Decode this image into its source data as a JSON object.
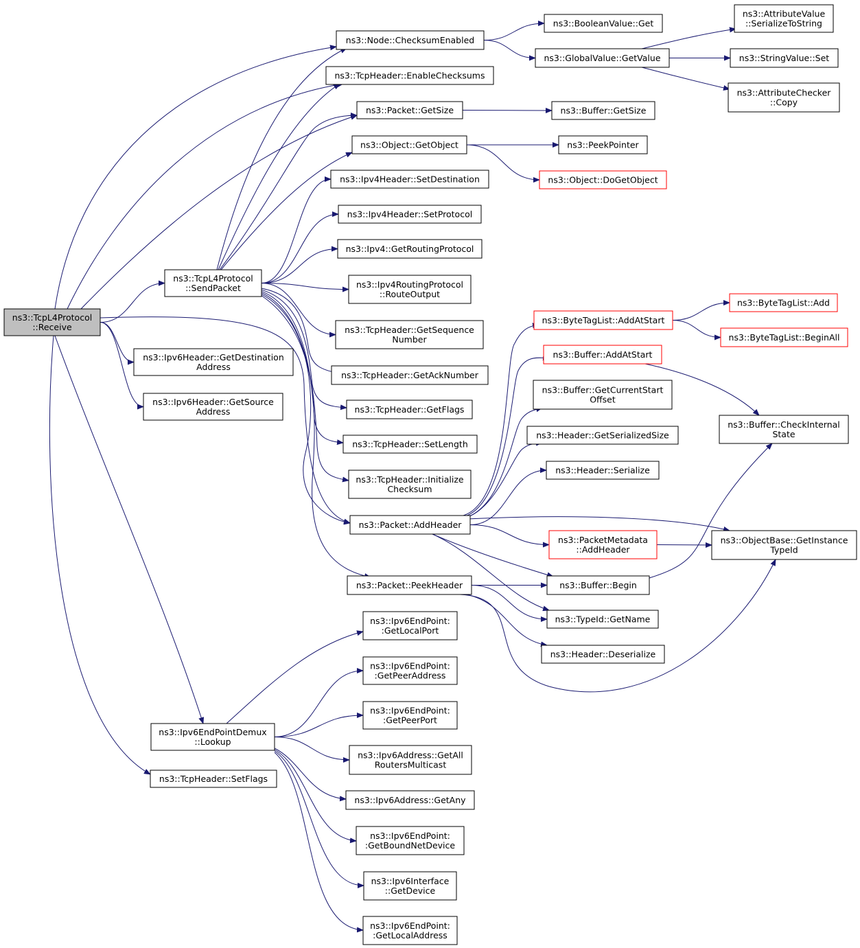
{
  "colors": {
    "edge": "#191970",
    "box_border": "#000000",
    "box_border_red": "#ff0000",
    "root_fill": "#bfbfbf",
    "background": "#ffffff"
  },
  "nodes": {
    "receive": {
      "lines": [
        "ns3::TcpL4Protocol",
        "::Receive"
      ],
      "root": true
    },
    "sendpacket": {
      "lines": [
        "ns3::TcpL4Protocol",
        "::SendPacket"
      ]
    },
    "ipv6_getdest": {
      "lines": [
        "ns3::Ipv6Header::GetDestination",
        "Address"
      ]
    },
    "ipv6_getsrc": {
      "lines": [
        "ns3::Ipv6Header::GetSource",
        "Address"
      ]
    },
    "lookup": {
      "lines": [
        "ns3::Ipv6EndPointDemux",
        "::Lookup"
      ]
    },
    "setflags": {
      "lines": [
        "ns3::TcpHeader::SetFlags"
      ]
    },
    "checksumenabled": {
      "lines": [
        "ns3::Node::ChecksumEnabled"
      ]
    },
    "enablechecksums": {
      "lines": [
        "ns3::TcpHeader::EnableChecksums"
      ]
    },
    "packet_getsize": {
      "lines": [
        "ns3::Packet::GetSize"
      ]
    },
    "getobject": {
      "lines": [
        "ns3::Object::GetObject"
      ]
    },
    "setdestination": {
      "lines": [
        "ns3::Ipv4Header::SetDestination"
      ]
    },
    "setprotocol": {
      "lines": [
        "ns3::Ipv4Header::SetProtocol"
      ]
    },
    "getroutingprotocol": {
      "lines": [
        "ns3::Ipv4::GetRoutingProtocol"
      ]
    },
    "routeoutput": {
      "lines": [
        "ns3::Ipv4RoutingProtocol",
        "::RouteOutput"
      ]
    },
    "getsequencenumber": {
      "lines": [
        "ns3::TcpHeader::GetSequence",
        "Number"
      ]
    },
    "getacknumber": {
      "lines": [
        "ns3::TcpHeader::GetAckNumber"
      ]
    },
    "getflags": {
      "lines": [
        "ns3::TcpHeader::GetFlags"
      ]
    },
    "setlength": {
      "lines": [
        "ns3::TcpHeader::SetLength"
      ]
    },
    "initializechecksum": {
      "lines": [
        "ns3::TcpHeader::Initialize",
        "Checksum"
      ]
    },
    "addheader": {
      "lines": [
        "ns3::Packet::AddHeader"
      ]
    },
    "peekheader": {
      "lines": [
        "ns3::Packet::PeekHeader"
      ]
    },
    "getlocalport": {
      "lines": [
        "ns3::Ipv6EndPoint:",
        ":GetLocalPort"
      ]
    },
    "getpeeraddress": {
      "lines": [
        "ns3::Ipv6EndPoint:",
        ":GetPeerAddress"
      ]
    },
    "getpeerport": {
      "lines": [
        "ns3::Ipv6EndPoint:",
        ":GetPeerPort"
      ]
    },
    "getallrouters": {
      "lines": [
        "ns3::Ipv6Address::GetAll",
        "RoutersMulticast"
      ]
    },
    "getany": {
      "lines": [
        "ns3::Ipv6Address::GetAny"
      ]
    },
    "getboundnetdevice": {
      "lines": [
        "ns3::Ipv6EndPoint:",
        ":GetBoundNetDevice"
      ]
    },
    "getdevice": {
      "lines": [
        "ns3::Ipv6Interface",
        "::GetDevice"
      ]
    },
    "getlocaladdress": {
      "lines": [
        "ns3::Ipv6EndPoint:",
        ":GetLocalAddress"
      ]
    },
    "booleanvalue_get": {
      "lines": [
        "ns3::BooleanValue::Get"
      ]
    },
    "globalvalue_getvalue": {
      "lines": [
        "ns3::GlobalValue::GetValue"
      ]
    },
    "buffer_getsize": {
      "lines": [
        "ns3::Buffer::GetSize"
      ]
    },
    "peekpointer": {
      "lines": [
        "ns3::PeekPointer"
      ]
    },
    "dogetobject": {
      "lines": [
        "ns3::Object::DoGetObject"
      ],
      "red": true
    },
    "bytetaglist_addatstart": {
      "lines": [
        "ns3::ByteTagList::AddAtStart"
      ],
      "red": true
    },
    "buffer_addatstart": {
      "lines": [
        "ns3::Buffer::AddAtStart"
      ],
      "red": true
    },
    "getcurrentstartoffset": {
      "lines": [
        "ns3::Buffer::GetCurrentStart",
        "Offset"
      ]
    },
    "getserializedsize": {
      "lines": [
        "ns3::Header::GetSerializedSize"
      ]
    },
    "header_serialize": {
      "lines": [
        "ns3::Header::Serialize"
      ]
    },
    "packetmetadata_addheader": {
      "lines": [
        "ns3::PacketMetadata",
        "::AddHeader"
      ],
      "red": true
    },
    "buffer_begin": {
      "lines": [
        "ns3::Buffer::Begin"
      ]
    },
    "typeid_getname": {
      "lines": [
        "ns3::TypeId::GetName"
      ]
    },
    "header_deserialize": {
      "lines": [
        "ns3::Header::Deserialize"
      ]
    },
    "serializetostring": {
      "lines": [
        "ns3::AttributeValue",
        "::SerializeToString"
      ]
    },
    "stringvalue_set": {
      "lines": [
        "ns3::StringValue::Set"
      ]
    },
    "attributechecker_copy": {
      "lines": [
        "ns3::AttributeChecker",
        "::Copy"
      ]
    },
    "bytetaglist_add": {
      "lines": [
        "ns3::ByteTagList::Add"
      ],
      "red": true
    },
    "bytetaglist_beginall": {
      "lines": [
        "ns3::ByteTagList::BeginAll"
      ],
      "red": true
    },
    "checkinternalstate": {
      "lines": [
        "ns3::Buffer::CheckInternal",
        "State"
      ]
    },
    "getinstancetypeid": {
      "lines": [
        "ns3::ObjectBase::GetInstance",
        "TypeId"
      ]
    }
  },
  "edges": [
    [
      "receive",
      "sendpacket"
    ],
    [
      "receive",
      "ipv6_getdest"
    ],
    [
      "receive",
      "ipv6_getsrc"
    ],
    [
      "receive",
      "lookup"
    ],
    [
      "receive",
      "setflags"
    ],
    [
      "receive",
      "checksumenabled"
    ],
    [
      "receive",
      "enablechecksums"
    ],
    [
      "receive",
      "packet_getsize"
    ],
    [
      "receive",
      "addheader"
    ],
    [
      "sendpacket",
      "checksumenabled"
    ],
    [
      "sendpacket",
      "enablechecksums"
    ],
    [
      "sendpacket",
      "packet_getsize"
    ],
    [
      "sendpacket",
      "getobject"
    ],
    [
      "sendpacket",
      "setdestination"
    ],
    [
      "sendpacket",
      "setprotocol"
    ],
    [
      "sendpacket",
      "getroutingprotocol"
    ],
    [
      "sendpacket",
      "routeoutput"
    ],
    [
      "sendpacket",
      "getsequencenumber"
    ],
    [
      "sendpacket",
      "getacknumber"
    ],
    [
      "sendpacket",
      "getflags"
    ],
    [
      "sendpacket",
      "setlength"
    ],
    [
      "sendpacket",
      "initializechecksum"
    ],
    [
      "sendpacket",
      "addheader"
    ],
    [
      "sendpacket",
      "peekheader"
    ],
    [
      "lookup",
      "getlocalport"
    ],
    [
      "lookup",
      "getpeeraddress"
    ],
    [
      "lookup",
      "getpeerport"
    ],
    [
      "lookup",
      "getallrouters"
    ],
    [
      "lookup",
      "getany"
    ],
    [
      "lookup",
      "getboundnetdevice"
    ],
    [
      "lookup",
      "getdevice"
    ],
    [
      "lookup",
      "getlocaladdress"
    ],
    [
      "checksumenabled",
      "booleanvalue_get"
    ],
    [
      "checksumenabled",
      "globalvalue_getvalue"
    ],
    [
      "globalvalue_getvalue",
      "serializetostring"
    ],
    [
      "globalvalue_getvalue",
      "stringvalue_set"
    ],
    [
      "globalvalue_getvalue",
      "attributechecker_copy"
    ],
    [
      "packet_getsize",
      "buffer_getsize"
    ],
    [
      "getobject",
      "peekpointer"
    ],
    [
      "getobject",
      "dogetobject"
    ],
    [
      "addheader",
      "bytetaglist_addatstart"
    ],
    [
      "addheader",
      "buffer_addatstart"
    ],
    [
      "addheader",
      "getcurrentstartoffset"
    ],
    [
      "addheader",
      "getserializedsize"
    ],
    [
      "addheader",
      "header_serialize"
    ],
    [
      "addheader",
      "getinstancetypeid"
    ],
    [
      "addheader",
      "packetmetadata_addheader"
    ],
    [
      "addheader",
      "buffer_begin"
    ],
    [
      "addheader",
      "typeid_getname"
    ],
    [
      "peekheader",
      "buffer_begin"
    ],
    [
      "peekheader",
      "typeid_getname"
    ],
    [
      "peekheader",
      "header_deserialize"
    ],
    [
      "peekheader",
      "getinstancetypeid"
    ],
    [
      "bytetaglist_addatstart",
      "bytetaglist_add"
    ],
    [
      "bytetaglist_addatstart",
      "bytetaglist_beginall"
    ],
    [
      "buffer_addatstart",
      "checkinternalstate"
    ],
    [
      "packetmetadata_addheader",
      "getinstancetypeid"
    ],
    [
      "buffer_begin",
      "checkinternalstate"
    ]
  ]
}
